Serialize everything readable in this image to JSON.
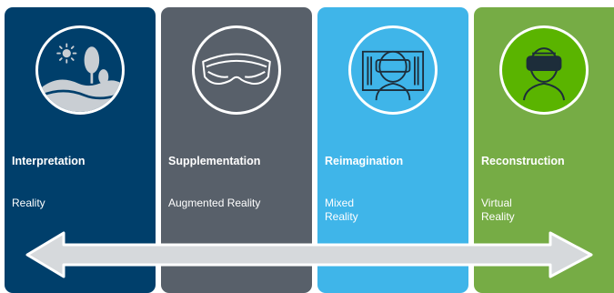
{
  "panels": [
    {
      "title": "Interpretation",
      "subtitle": "Reality",
      "color": "#003f6b",
      "icon": "landscape-icon"
    },
    {
      "title": "Supplementation",
      "subtitle": "Augmented Reality",
      "color": "#58606a",
      "icon": "ar-glasses-icon"
    },
    {
      "title": "Reimagination",
      "subtitle": "Mixed\nReality",
      "color": "#3fb5e9",
      "icon": "mixed-reality-headset-icon"
    },
    {
      "title": "Reconstruction",
      "subtitle": "Virtual\nReality",
      "color": "#76ac45",
      "icon": "vr-headset-icon"
    }
  ],
  "arrow_color": "#d6d9dc"
}
